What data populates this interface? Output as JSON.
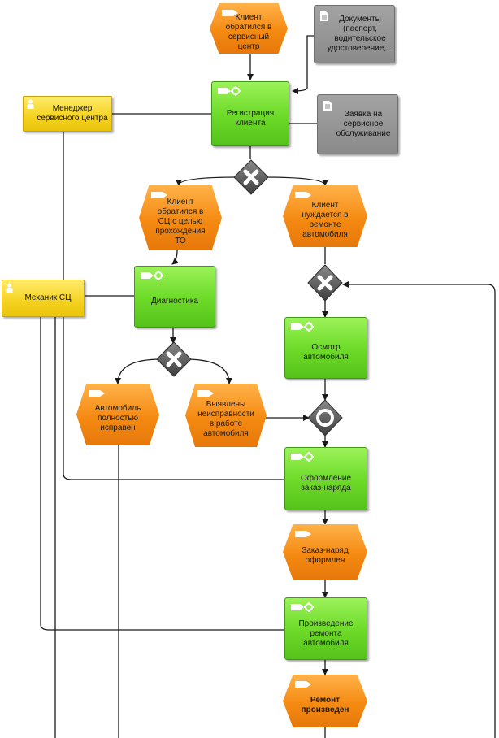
{
  "events": {
    "e_client_came": "Клиент обратился в сервисный центр",
    "e_client_to": "Клиент обратился в СЦ с целью прохождения ТО",
    "e_client_repair": "Клиент нуждается в ремонте автомобиля",
    "e_car_ok": "Автомобиль полностью исправен",
    "e_faults": "Выявлены неисправности в работе автомобиля",
    "e_order_done": "Заказ-наряд оформлен",
    "e_repair_done": "Ремонт произведен"
  },
  "functions": {
    "f_register": "Регистрация клиента",
    "f_diag": "Диагностика",
    "f_inspect": "Осмотр автомобиля",
    "f_order": "Оформление заказ-наряда",
    "f_repair": "Произведение ремонта автомобиля"
  },
  "documents": {
    "d_docs": "Документы (паспорт, водительское удостоверение,...",
    "d_request": "Заявка на сервисное обслуживание"
  },
  "roles": {
    "r_manager": "Менеджер сервисного центра",
    "r_mechanic": "Механик СЦ"
  },
  "colors": {
    "event": "#f58a12",
    "function": "#6fdc2a",
    "document": "#8a8a8a",
    "role": "#f5d21f",
    "gateway": "#5a5a5a"
  }
}
